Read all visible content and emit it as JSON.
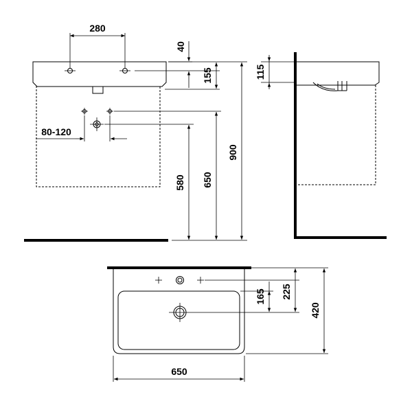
{
  "front_view": {
    "dims": {
      "tap_hole_spacing": "280",
      "tap_offset": "40",
      "basin_height": "155",
      "total_height": "900",
      "outlet_height": "650",
      "waste_height": "580",
      "waste_range": "80-120"
    }
  },
  "side_view": {
    "dims": {
      "depth_top": "115"
    }
  },
  "top_view": {
    "dims": {
      "width": "650",
      "depth": "420",
      "waste_offset": "225",
      "bowl_offset": "165"
    }
  }
}
